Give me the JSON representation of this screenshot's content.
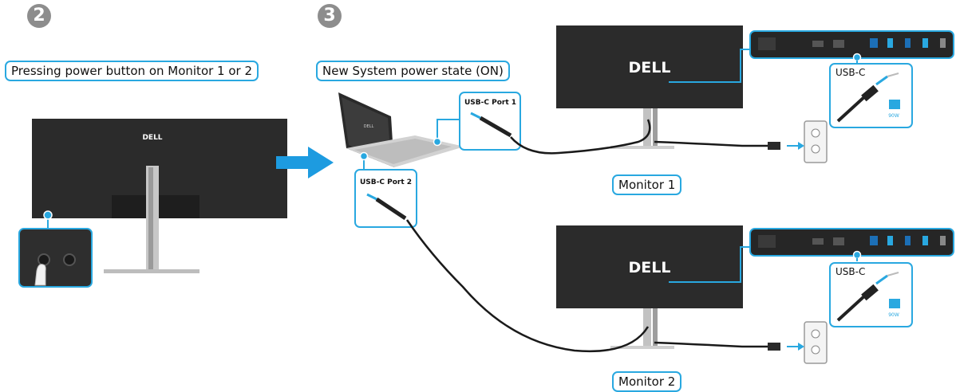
{
  "steps": {
    "step2_number": "2",
    "step3_number": "3"
  },
  "captions": {
    "pressing_power": "Pressing power button on Monitor 1 or 2",
    "new_state": "New System power state (ON)",
    "monitor1": "Monitor 1",
    "monitor2": "Monitor 2"
  },
  "port_labels": {
    "port1": "USB-C Port 1",
    "port2": "USB-C Port 2",
    "usbc_monitor1": "USB-C",
    "usbc_monitor2": "USB-C"
  },
  "brand": {
    "logo_text": "DELL"
  },
  "colors": {
    "accent": "#29a8e0",
    "arrow": "#1d9be0",
    "monitor": "#2b2b2b",
    "cable": "#1a1a1a"
  }
}
